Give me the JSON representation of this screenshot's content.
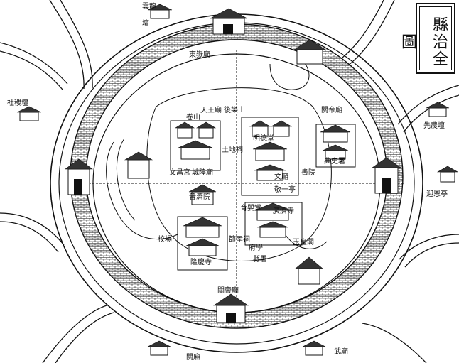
{
  "title": "縣治全圖",
  "labels": {
    "outside_tl_1": "雲龍",
    "outside_tl_2": "壇",
    "outside_left": "社稷壇",
    "outside_right": "先農壇",
    "outside_right_gate": "迎恩亭",
    "north_gate": "東嶽廟",
    "hill_north": "後樂山",
    "tianwang": "天王廟",
    "hill_left": "卷山",
    "cheng_huang": "城隍廟",
    "wen_chang": "文昌宮",
    "guandi": "關帝廟",
    "tudi": "土地祠",
    "wenmiao": "文廟",
    "mingde": "明德堂",
    "shuyuan": "書院",
    "jingyi": "敬一亭",
    "guangji": "廣濟寺",
    "yucai": "育嬰堂",
    "jiaoxiao": "校場",
    "jieshou": "節孝祠",
    "puji": "普濟院",
    "longqing": "隆慶寺",
    "yuhuang": "玉皇閣",
    "south_gate": "關帝廟",
    "yamen": "縣署",
    "fuxue": "府學",
    "dian": "典史署",
    "bottom_right": "武廟",
    "guan_xiang": "關廂"
  },
  "colors": {
    "ink": "#111111",
    "paper": "#ffffff"
  }
}
